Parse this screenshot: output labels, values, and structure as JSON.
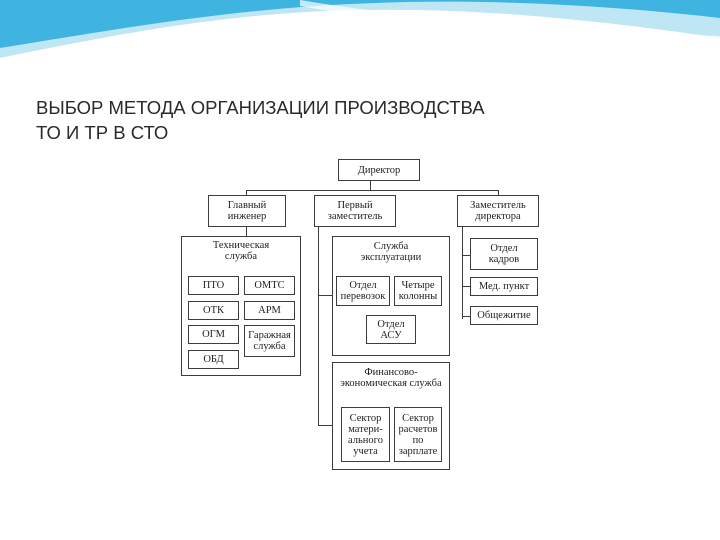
{
  "slide": {
    "title_line1": "ВЫБОР МЕТОДА ОРГАНИЗАЦИИ ПРОИЗВОДСТВА",
    "title_line2": "ТО И ТР В СТО"
  },
  "colors": {
    "wave_dark": "#3fb4e0",
    "wave_light": "#bfe6f5",
    "line": "#3c3c3c"
  },
  "org": {
    "director": "Директор",
    "chief_engineer": [
      "Главный",
      "инженер"
    ],
    "first_deputy": [
      "Первый",
      "заместитель"
    ],
    "deputy_director": [
      "Заместитель",
      "директора"
    ],
    "technical_service": [
      "Техническая",
      "служба"
    ],
    "tech_units": [
      "ПТО",
      "ОМТС",
      "ОТК",
      "АРМ",
      "ОГМ",
      "Гаражная служба",
      "ОБД"
    ],
    "operations_service": [
      "Служба",
      "эксплуатации"
    ],
    "transport_dept": [
      "Отдел",
      "перевозок"
    ],
    "four_columns": [
      "Четыре",
      "колонны"
    ],
    "asu_dept": [
      "Отдел",
      "АСУ"
    ],
    "finance_service": [
      "Финансово-",
      "экономическая служба"
    ],
    "material_accounting": [
      "Сектор",
      "матери-",
      "ального",
      "учета"
    ],
    "payroll_sector": [
      "Сектор",
      "расчетов",
      "по",
      "зарплате"
    ],
    "hr_dept": [
      "Отдел",
      "кадров"
    ],
    "medical_point": "Мед. пункт",
    "dormitory": "Общежитие"
  }
}
